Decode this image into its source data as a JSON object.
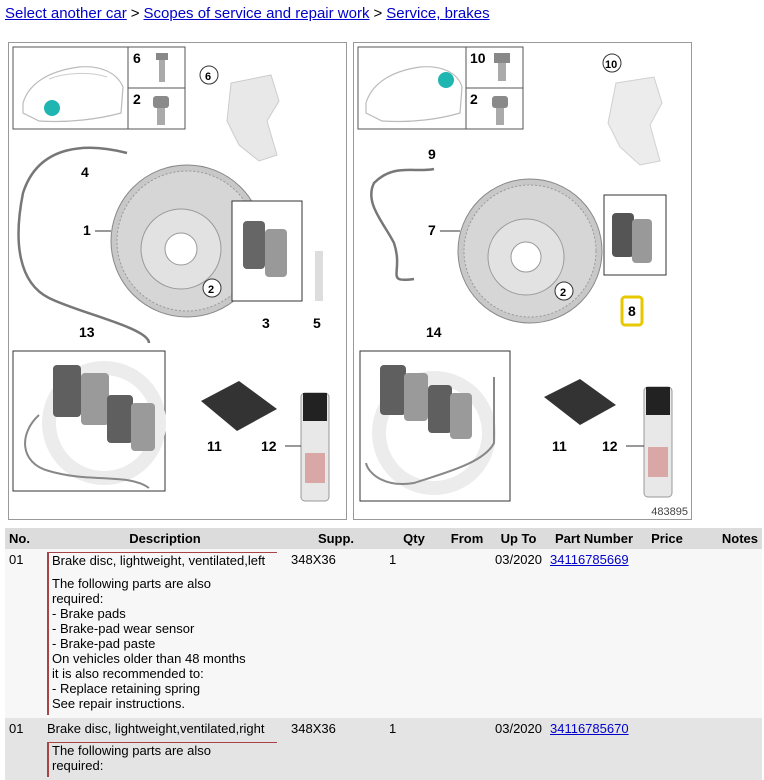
{
  "breadcrumb": {
    "items": [
      "Select another car",
      "Scopes of service and repair work",
      "Service, brakes"
    ],
    "separator": ">"
  },
  "diagram": {
    "id_label": "483895",
    "left_callouts": [
      "6",
      "2",
      "6",
      "4",
      "1",
      "2",
      "3",
      "5",
      "13",
      "11",
      "12"
    ],
    "right_callouts": [
      "10",
      "2",
      "10",
      "9",
      "7",
      "2",
      "8",
      "14",
      "11",
      "12"
    ],
    "accent_color": "#1fb5b0",
    "highlight_color": "#e8c800"
  },
  "table": {
    "headers": [
      "No.",
      "Description",
      "Supp.",
      "Qty",
      "From",
      "Up To",
      "Part Number",
      "Price",
      "Notes"
    ],
    "rows": [
      {
        "no": "01",
        "title": "Brake disc, lightweight, ventilated,left",
        "lines": [
          "The following parts are also",
          "required:",
          "- Brake pads",
          "- Brake-pad wear sensor",
          "- Brake-pad paste",
          "On vehicles older than 48 months",
          "it is also recommended to:",
          "- Replace retaining spring",
          "See repair instructions."
        ],
        "supp": "348X36",
        "qty": "1",
        "from": "",
        "up_to": "03/2020",
        "part_number": "34116785669",
        "price": "",
        "notes": ""
      },
      {
        "no": "01",
        "title": "Brake disc, lightweight,ventilated,right",
        "lines": [
          "The following parts are also",
          "required:"
        ],
        "supp": "348X36",
        "qty": "1",
        "from": "",
        "up_to": "03/2020",
        "part_number": "34116785670",
        "price": "",
        "notes": ""
      }
    ]
  }
}
